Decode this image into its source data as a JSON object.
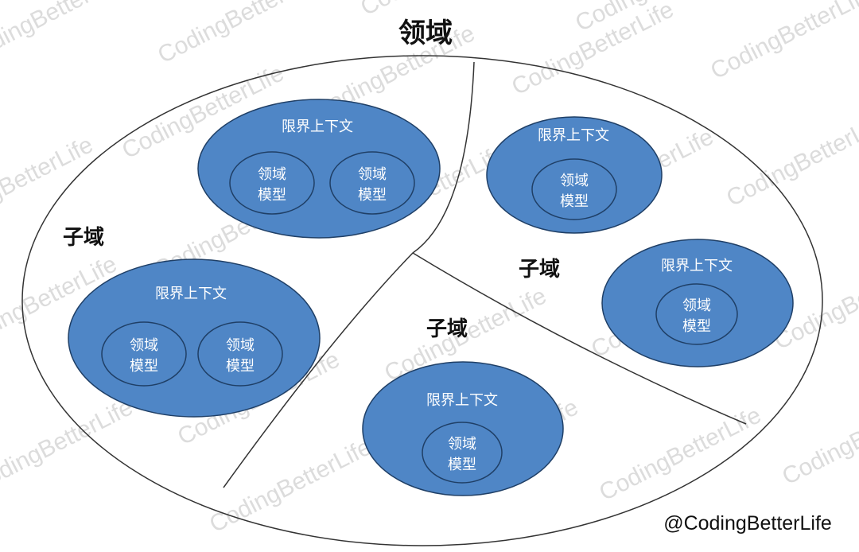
{
  "domain_title": "领域",
  "colors": {
    "context_fill": "#4f86c6",
    "context_stroke": "#1f3f66",
    "outline": "#333333",
    "watermark": "#dcdcdc"
  },
  "subdomains": [
    {
      "id": "left",
      "label": "子域"
    },
    {
      "id": "right",
      "label": "子域"
    },
    {
      "id": "bottom",
      "label": "子域"
    }
  ],
  "contexts": [
    {
      "id": "left-top",
      "label": "限界上下文",
      "models": [
        [
          "领域",
          "模型"
        ],
        [
          "领域",
          "模型"
        ]
      ]
    },
    {
      "id": "left-bottom",
      "label": "限界上下文",
      "models": [
        [
          "领域",
          "模型"
        ],
        [
          "领域",
          "模型"
        ]
      ]
    },
    {
      "id": "right-top",
      "label": "限界上下文",
      "models": [
        [
          "领域",
          "模型"
        ]
      ]
    },
    {
      "id": "right-bottom",
      "label": "限界上下文",
      "models": [
        [
          "领域",
          "模型"
        ]
      ]
    },
    {
      "id": "bottom-center",
      "label": "限界上下文",
      "models": [
        [
          "领域",
          "模型"
        ]
      ]
    }
  ],
  "watermark_text": "CodingBetterLife",
  "credit": "@CodingBetterLife"
}
